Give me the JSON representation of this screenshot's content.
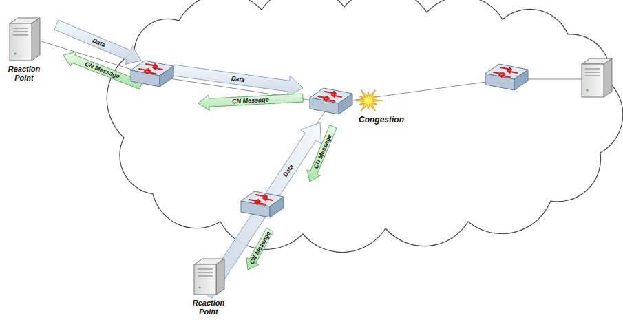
{
  "diagram": {
    "nodes": [
      {
        "text": [
          "Reaction Point"
        ]
      },
      {
        "text": [
          "Congestion"
        ]
      },
      {
        "text": [
          "Reaction Point"
        ]
      }
    ],
    "labels": [
      "Data",
      "CN Message",
      "Data",
      "CN Message",
      "Data",
      "CN Message",
      "CN Message"
    ]
  }
}
